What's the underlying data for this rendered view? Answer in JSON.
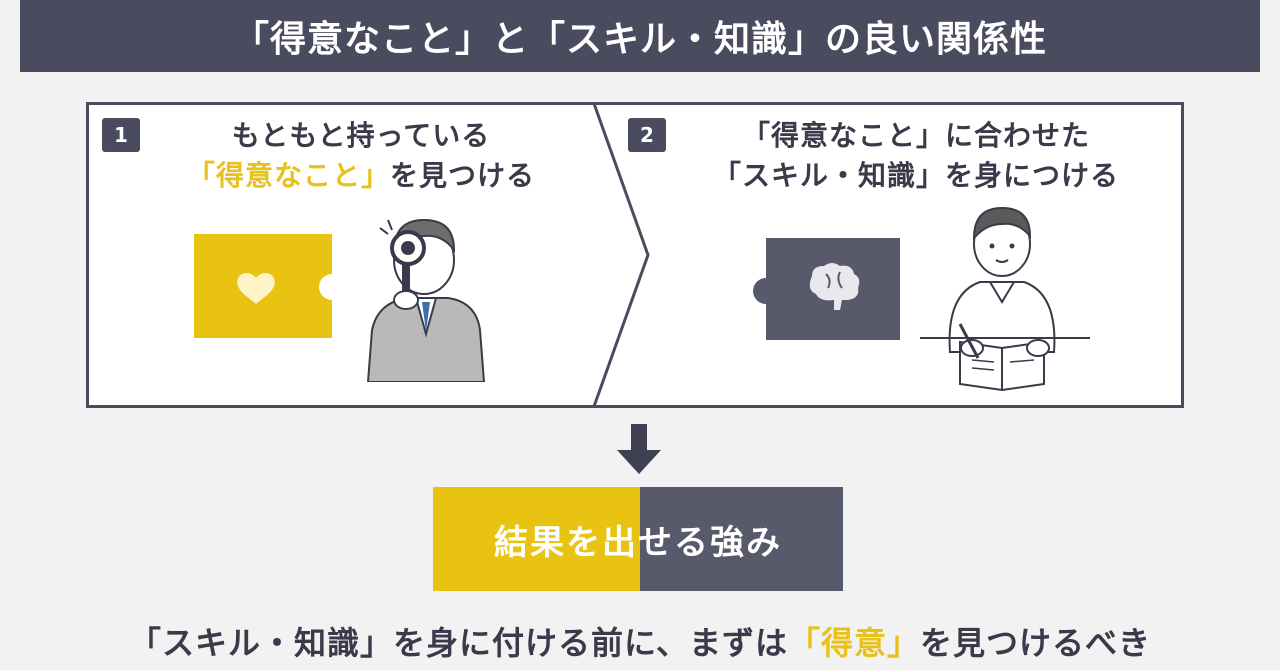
{
  "header": {
    "title": "「得意なこと」と「スキル・知識」の良い関係性"
  },
  "step1": {
    "number": "1",
    "line1": "もともと持っている",
    "line2_highlight": "「得意なこと」",
    "line2_rest": "を見つける"
  },
  "step2": {
    "number": "2",
    "line1": "「得意なこと」に合わせた",
    "line2": "「スキル・知識」を身につける"
  },
  "result": {
    "label": "結果を出せる強み"
  },
  "footer": {
    "prefix": "「スキル・知識」を身に付ける前に、まずは",
    "highlight": "「得意」",
    "suffix": "を見つけるべき"
  },
  "colors": {
    "navy": "#4a4b5e",
    "yellow": "#e9c312",
    "gray_piece": "#585a6b"
  },
  "icons": [
    "heart-icon",
    "brain-icon",
    "magnifier-man-illustration",
    "studying-man-illustration",
    "down-arrow-icon"
  ]
}
